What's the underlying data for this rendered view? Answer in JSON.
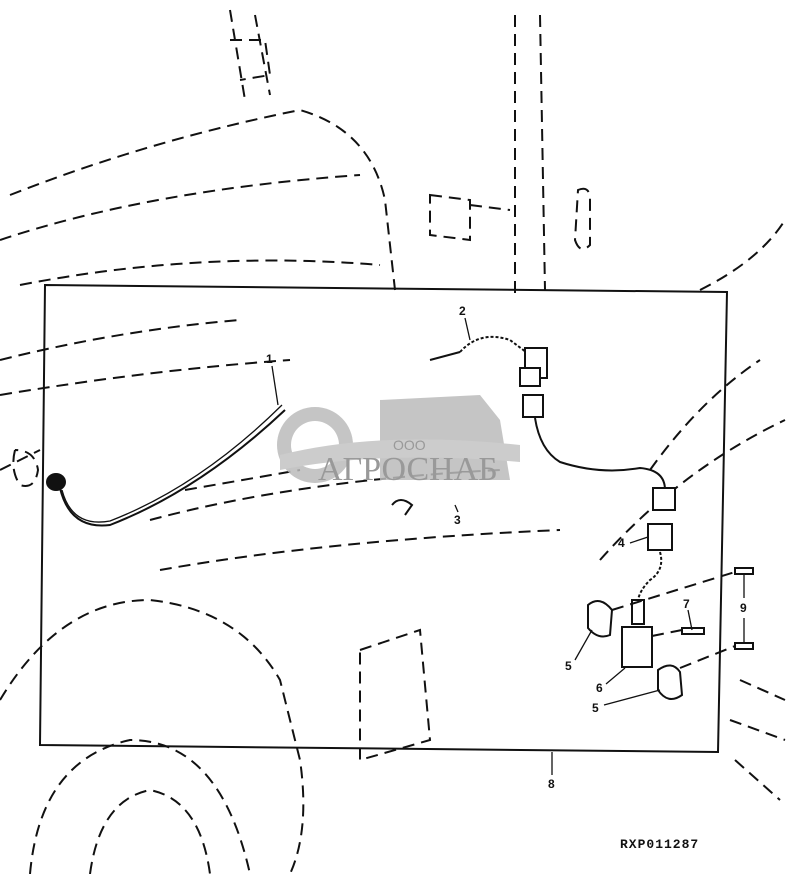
{
  "diagram": {
    "callouts": {
      "c1": "1",
      "c2": "2",
      "c3": "3",
      "c4": "4",
      "c5a": "5",
      "c5b": "5",
      "c6": "6",
      "c7": "7",
      "c8": "8",
      "c9": "9"
    },
    "figure_code": "RXP011287"
  },
  "watermark": {
    "prefix": "ООО",
    "name": "АГРОСНАБ"
  }
}
